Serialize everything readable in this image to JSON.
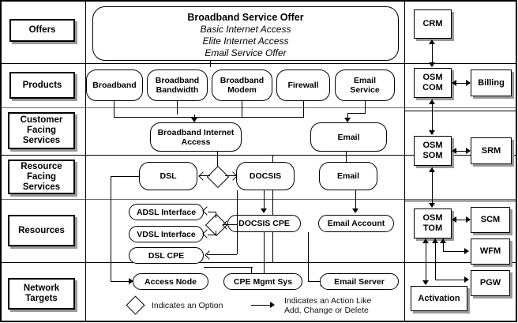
{
  "diagram": {
    "title": "Broadband Service Offer layered product/service decomposition",
    "layers": [
      {
        "id": "offers",
        "label": "Offers"
      },
      {
        "id": "products",
        "label": "Products"
      },
      {
        "id": "cfs",
        "label": "Customer\nFacing\nServices"
      },
      {
        "id": "rfs",
        "label": "Resource\nFacing\nServices"
      },
      {
        "id": "resources",
        "label": "Resources"
      },
      {
        "id": "network",
        "label": "Network\nTargets"
      }
    ],
    "offer": {
      "title": "Broadband Service Offer",
      "items": [
        "Basic Internet Access",
        "Elite Internet Access",
        "Email Service Offer"
      ]
    },
    "products": [
      {
        "label": "Broadband"
      },
      {
        "label": "Broadband\nBandwidth"
      },
      {
        "label": "Broadband\nModem"
      },
      {
        "label": "Firewall"
      },
      {
        "label": "Email\nService"
      }
    ],
    "customer_facing_services": [
      {
        "label": "Broadband Internet\nAccess"
      },
      {
        "label": "Email"
      }
    ],
    "resource_facing_services": [
      {
        "label": "DSL"
      },
      {
        "label": "DOCSIS"
      },
      {
        "label": "Email"
      }
    ],
    "resources": [
      {
        "label": "ADSL Interface"
      },
      {
        "label": "VDSL Interface"
      },
      {
        "label": "DSL CPE"
      },
      {
        "label": "DOCSIS CPE"
      },
      {
        "label": "Email Account"
      }
    ],
    "network_targets": [
      {
        "label": "Access Node"
      },
      {
        "label": "CPE Mgmt Sys"
      },
      {
        "label": "Email Server"
      }
    ],
    "systems": [
      {
        "label": "CRM"
      },
      {
        "label": "OSM\nCOM"
      },
      {
        "label": "Billing"
      },
      {
        "label": "OSM\nSOM"
      },
      {
        "label": "SRM"
      },
      {
        "label": "OSM\nTOM"
      },
      {
        "label": "SCM"
      },
      {
        "label": "WFM"
      },
      {
        "label": "PGW"
      },
      {
        "label": "Activation"
      }
    ],
    "legend": [
      {
        "icon": "diamond-icon",
        "text": "Indicates an Option"
      },
      {
        "icon": "arrow-right-icon",
        "text": "Indicates an Action Like\nAdd, Change or Delete"
      }
    ],
    "colors": {
      "stroke": "#000000",
      "shadow": "#9a9a9a",
      "divider": "#6b6b6b",
      "background": "#ffffff"
    }
  }
}
